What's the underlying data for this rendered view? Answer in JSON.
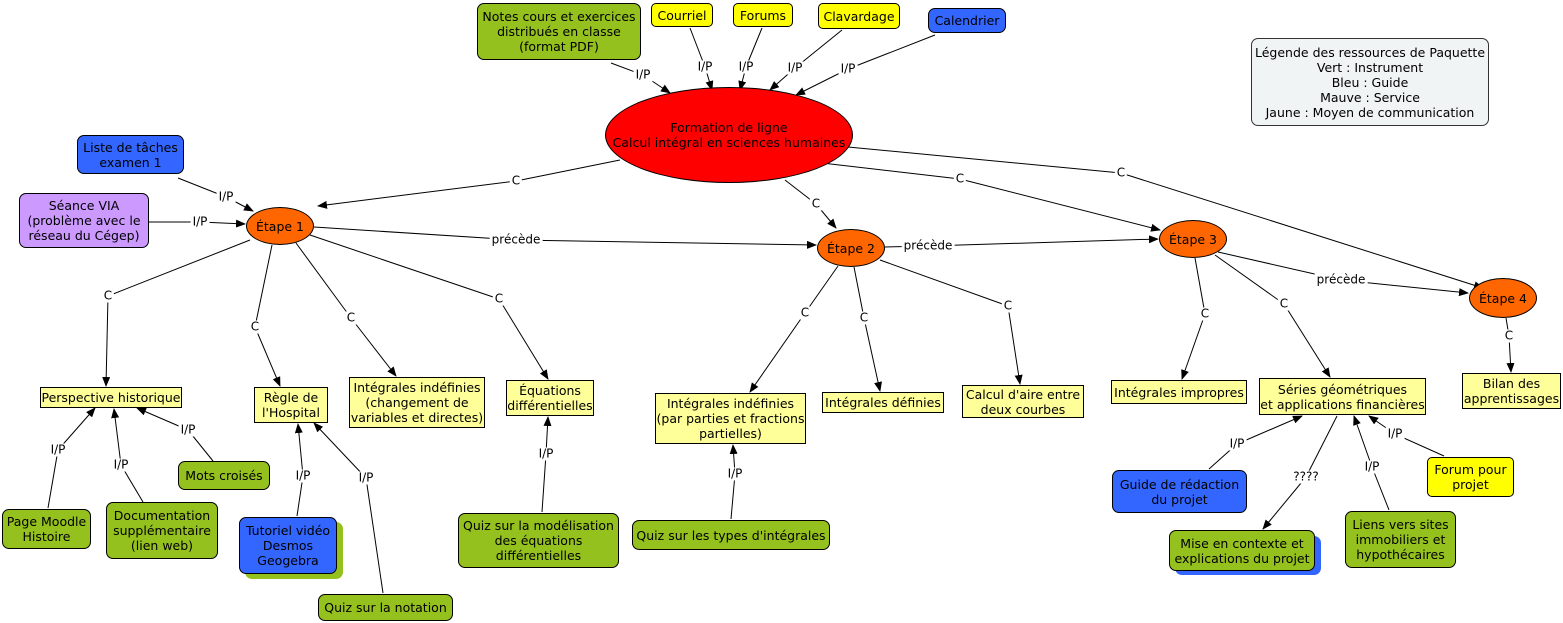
{
  "legend": {
    "title": "Légende des ressources de Paquette",
    "lines": [
      "Vert : Instrument",
      "Bleu : Guide",
      "Mauve : Service",
      "Jaune : Moyen de communication"
    ]
  },
  "nodes": {
    "formation": "Formation de ligne\nCalcul intégral en sciences humaines",
    "etape1": "Étape 1",
    "etape2": "Étape 2",
    "etape3": "Étape 3",
    "etape4": "Étape 4",
    "notes": "Notes cours et exercices\ndistribués en classe\n(format PDF)",
    "courriel": "Courriel",
    "forums": "Forums",
    "clavardage": "Clavardage",
    "calendrier": "Calendrier",
    "liste_taches": "Liste de tâches\nexamen 1",
    "seance_via": "Séance VIA\n(problème avec le\nréseau du Cégep)",
    "perspective": "Perspective historique",
    "hospital": "Règle de\nl'Hospital",
    "int_indef1": "Intégrales indéfinies\n(changement de\nvariables et directes)",
    "equations": "Équations\ndifférentielles",
    "int_indef2": "Intégrales indéfinies\n(par parties et fractions\npartielles)",
    "int_def": "Intégrales définies",
    "aire": "Calcul d'aire entre\ndeux courbes",
    "impropres": "Intégrales impropres",
    "series": "Séries géométriques\net applications financières",
    "bilan": "Bilan des\napprentissages",
    "page_moodle": "Page Moodle\nHistoire",
    "documentation": "Documentation\nsupplémentaire\n(lien web)",
    "mots_croises": "Mots croisés",
    "tutoriel": "Tutoriel vidéo\nDesmos\nGeogebra",
    "quiz_notation": "Quiz sur la notation",
    "quiz_modelisation": "Quiz sur la modélisation\ndes équations\ndifférentielles",
    "quiz_types": "Quiz sur les types d'intégrales",
    "guide_redaction": "Guide de rédaction\ndu projet",
    "mise_contexte": "Mise en contexte et\nexplications du projet",
    "liens_sites": "Liens vers sites\nimmobiliers et\nhypothécaires",
    "forum_projet": "Forum pour\nprojet"
  },
  "link_labels": {
    "ip": "I/P",
    "c": "C",
    "precede": "précède",
    "unknown": "????"
  },
  "colors": {
    "instrument": "#95c11f",
    "guide": "#3366ff",
    "service": "#cc99ff",
    "communication": "#ffff00",
    "topic": "#ffff99",
    "formation": "#ff0000",
    "etape": "#ff6600"
  }
}
